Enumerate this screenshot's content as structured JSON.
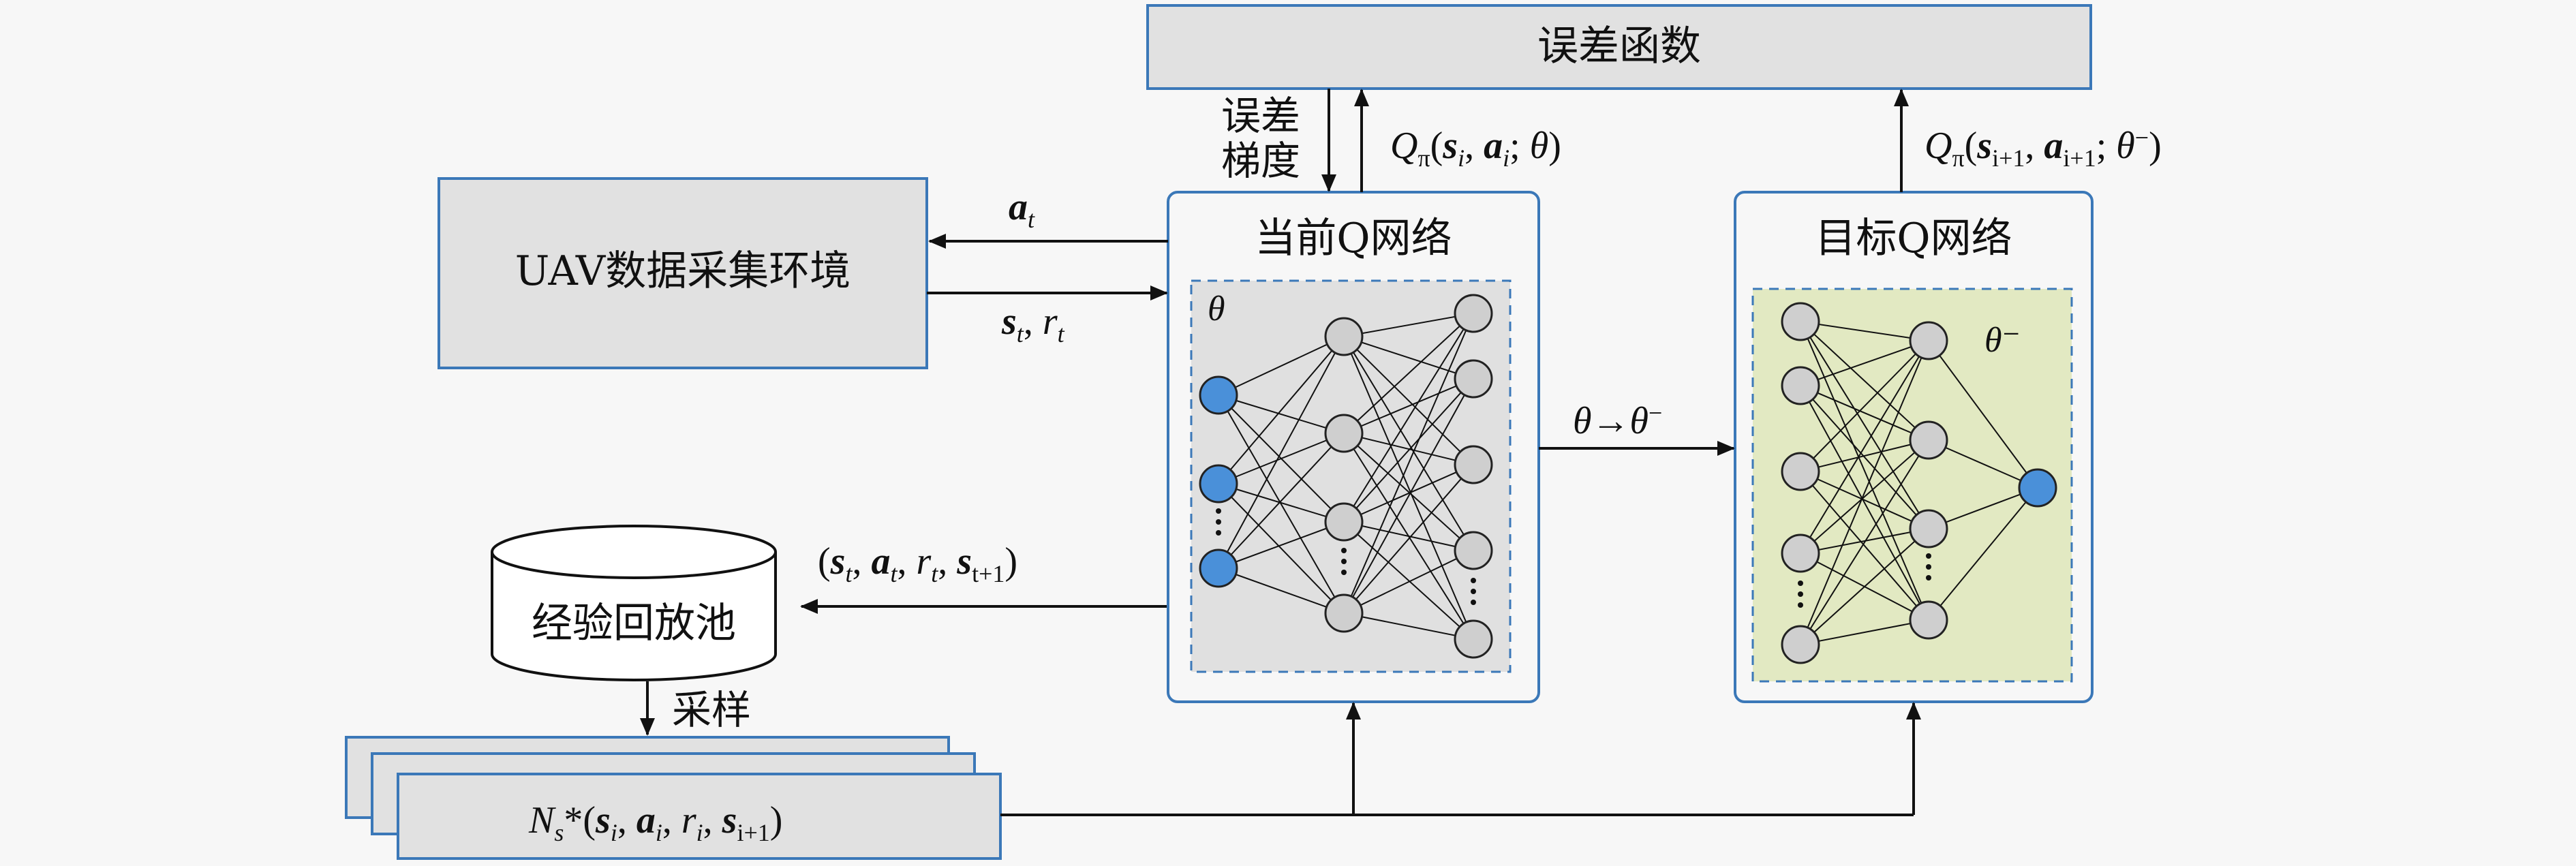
{
  "error_function": "误差函数",
  "error_gradient": [
    "误差",
    "梯度"
  ],
  "environment": "UAV数据采集环境",
  "current_net": {
    "title": "当前Q网络",
    "param": "θ"
  },
  "target_net": {
    "title": "目标Q网络",
    "param": "θ⁻"
  },
  "replay_pool": "经验回放池",
  "sampling": "采样",
  "labels": {
    "action": {
      "a": "a",
      "sub": "t"
    },
    "state_reward": {
      "s": "s",
      "s_sub": "t",
      "sep": ",  ",
      "r": "r",
      "r_sub": "t"
    },
    "q_current": {
      "Q": "Q",
      "pi": "π",
      "open": "(",
      "s": "s",
      "si": "i",
      "c1": ",  ",
      "a": "a",
      "ai": "i",
      "semi": ";  ",
      "theta": "θ",
      "close": ")"
    },
    "q_target": {
      "Q": "Q",
      "pi": "π",
      "open": "(",
      "s": "s",
      "si": "i+1",
      "c1": ",  ",
      "a": "a",
      "ai": "i+1",
      "semi": ";  ",
      "theta": "θ",
      "minus": "−",
      "close": ")"
    },
    "theta_copy": {
      "from": "θ",
      "arrow": "→",
      "to": "θ",
      "minus": "−"
    },
    "transition": {
      "open": "(",
      "s": "s",
      "ss": "t",
      "c1": ",  ",
      "a": "a",
      "as": "t",
      "c2": ",  ",
      "r": "r",
      "rs": "t",
      "c3": ",  ",
      "s2": "s",
      "s2s": "t+1",
      "close": ")"
    },
    "minibatch": {
      "N": "N",
      "Ns": "s",
      "star": "*",
      "open": "(",
      "s": "s",
      "ss": "i",
      "c1": ",  ",
      "a": "a",
      "as": "i",
      "c2": ",  ",
      "r": "r",
      "rs": "i",
      "c3": ",  ",
      "s2": "s",
      "s2s": "i+1",
      "close": ")"
    }
  },
  "colors": {
    "box_fill": "#e1e1e1",
    "box_border": "#3b78b8",
    "net_inner_fill": "#e0e0e0",
    "target_inner_fill": "#e2e9c2",
    "node_gray": "#cfcfcf",
    "node_blue": "#4a90d9"
  }
}
